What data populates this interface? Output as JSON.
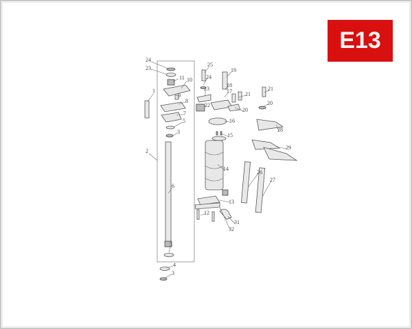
{
  "badge": {
    "text": "E13",
    "color": "#d81010"
  },
  "callouts": [
    "24",
    "23",
    "11",
    "10",
    "9",
    "8",
    "7",
    "5",
    "3",
    "1",
    "2",
    "6",
    "5",
    "4",
    "3",
    "25",
    "24",
    "19",
    "18",
    "17",
    "21",
    "23",
    "22",
    "20",
    "16",
    "15",
    "21",
    "20",
    "28",
    "29",
    "14",
    "26",
    "27",
    "13",
    "12",
    "31",
    "32"
  ]
}
